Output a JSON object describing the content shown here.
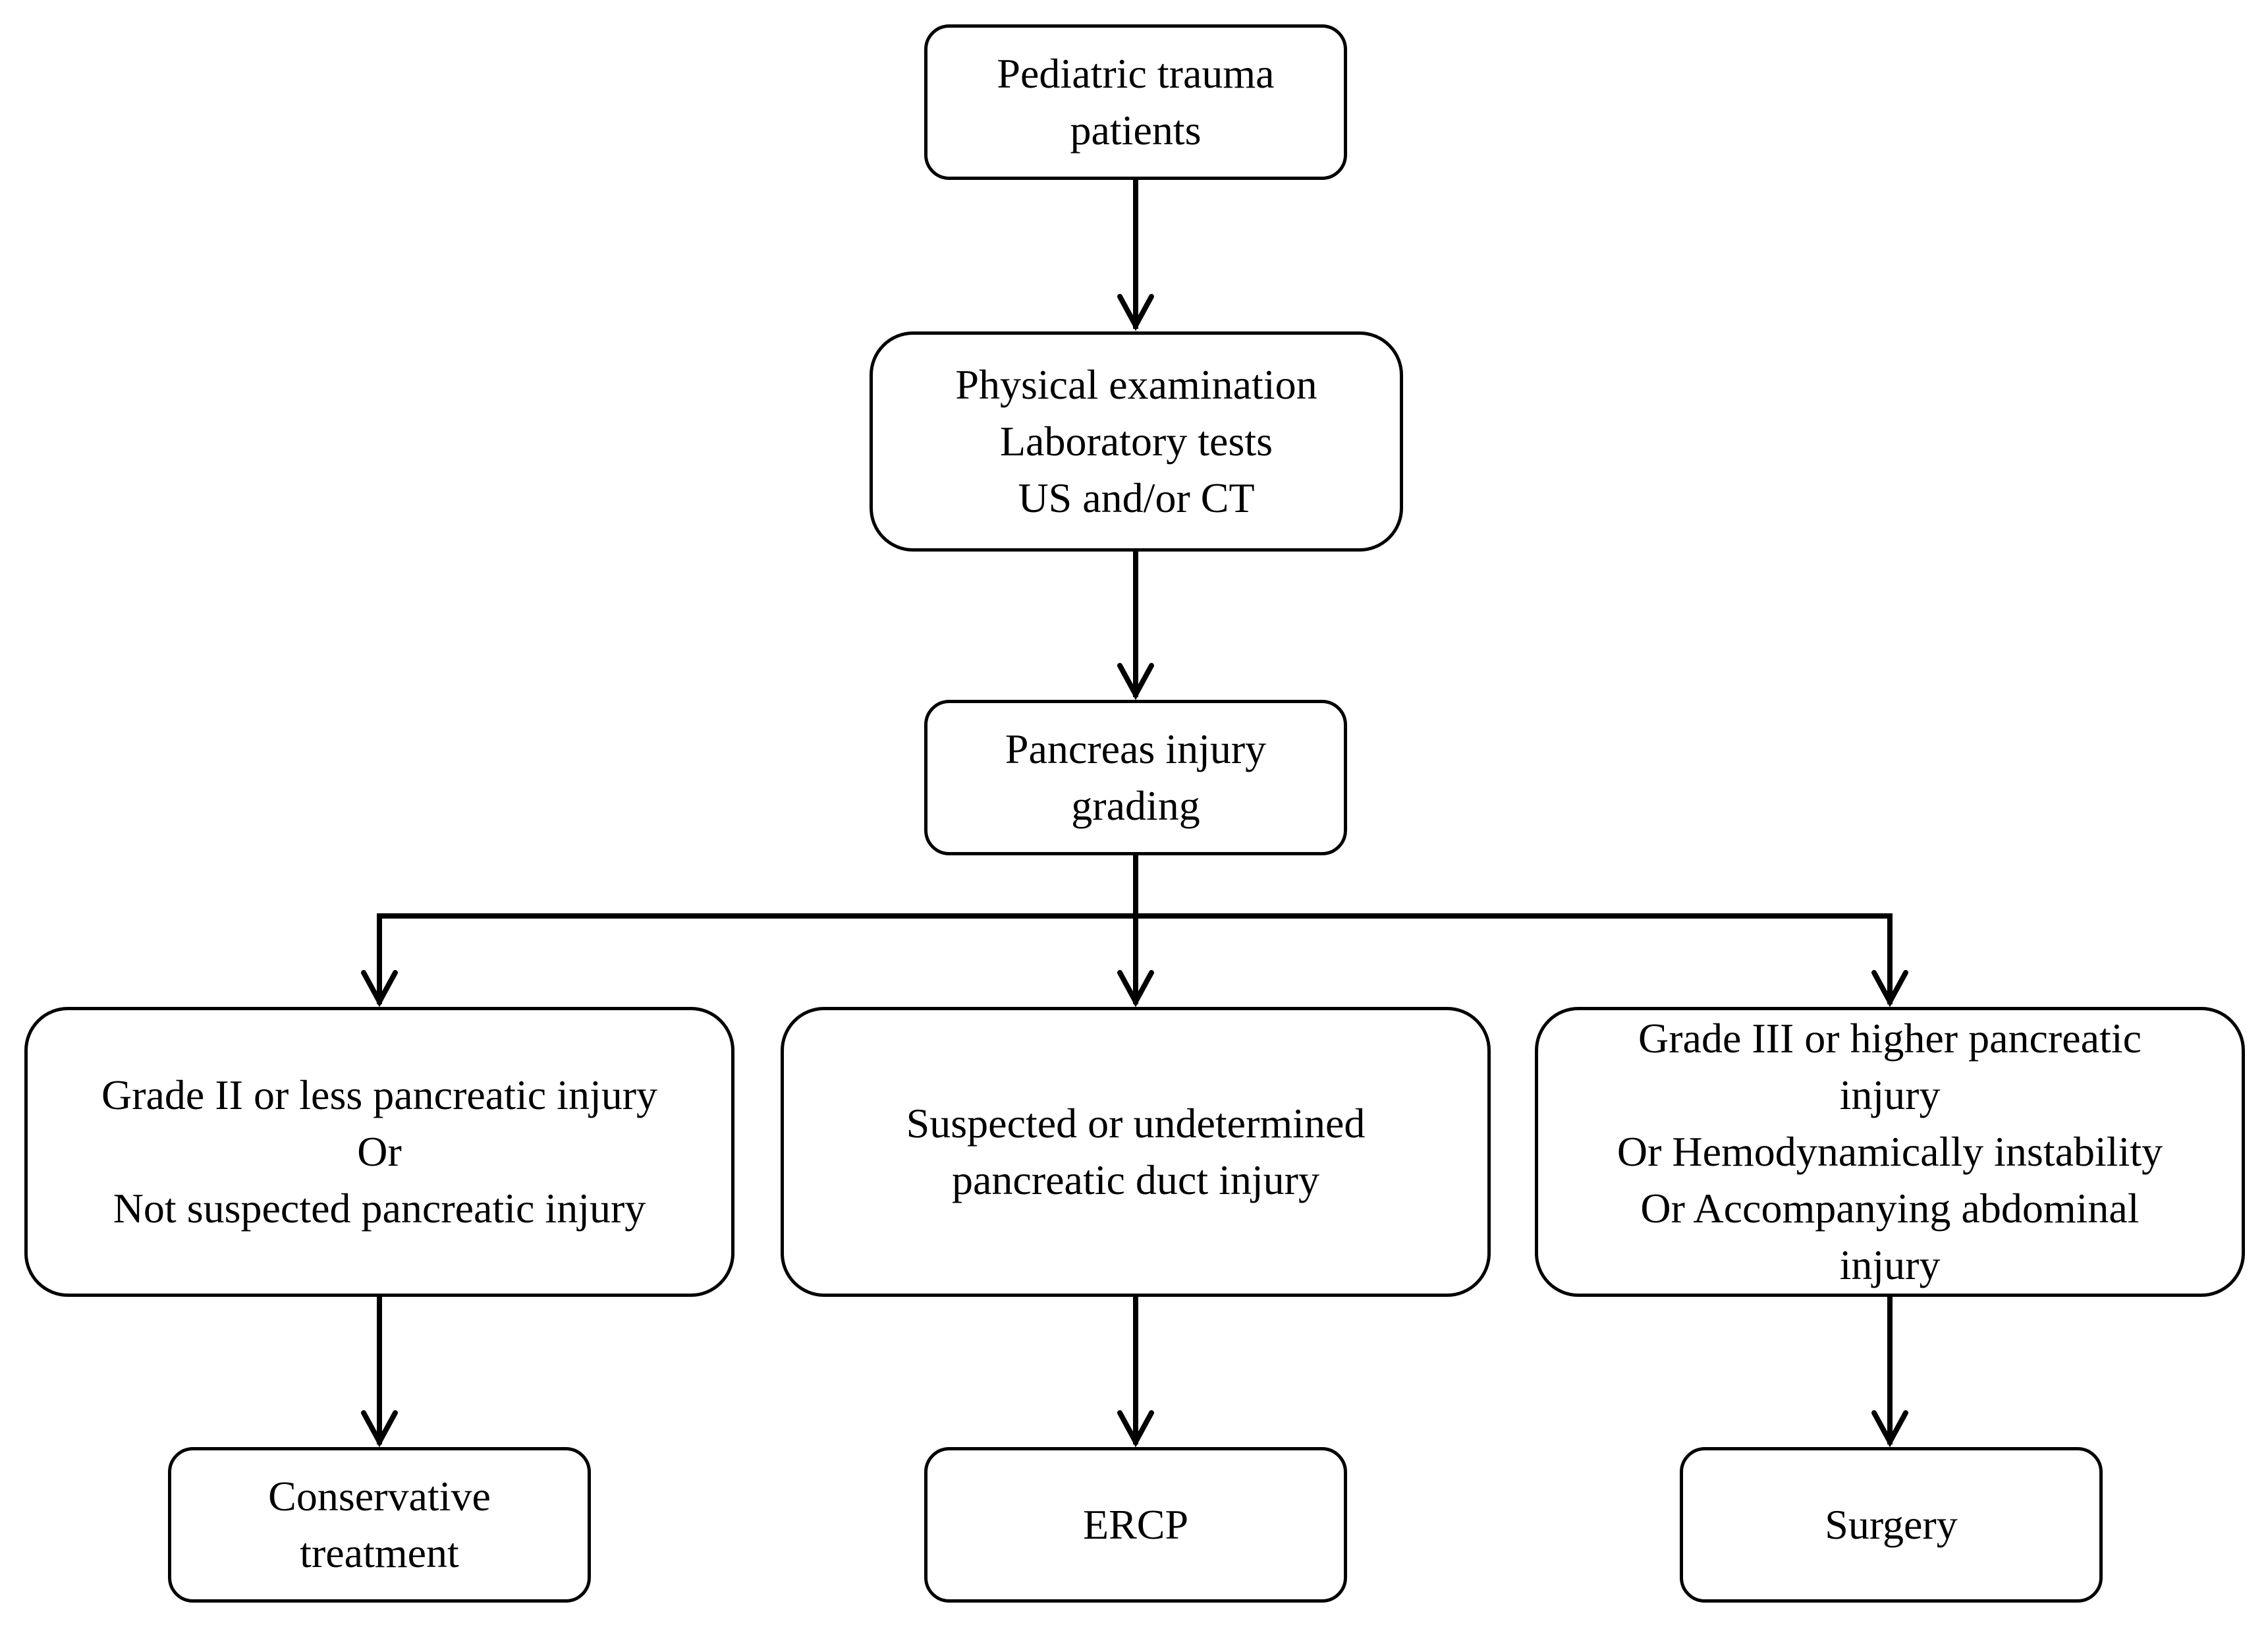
{
  "flowchart": {
    "start": {
      "lines": [
        "Pediatric trauma",
        "patients"
      ]
    },
    "workup": {
      "lines": [
        "Physical examination",
        "Laboratory tests",
        "US and/or CT"
      ]
    },
    "grading": {
      "lines": [
        "Pancreas injury",
        "grading"
      ]
    },
    "branch_low": {
      "lines": [
        "Grade II or less pancreatic injury",
        "Or",
        "Not suspected pancreatic injury"
      ]
    },
    "branch_duct": {
      "lines": [
        "Suspected or undetermined",
        "pancreatic duct injury"
      ]
    },
    "branch_high": {
      "lines": [
        "Grade III or higher pancreatic",
        "injury",
        "Or Hemodynamically instability",
        "Or Accompanying abdominal",
        "injury"
      ]
    },
    "outcome_conservative": {
      "lines": [
        "Conservative",
        "treatment"
      ]
    },
    "outcome_ercp": {
      "lines": [
        "ERCP"
      ]
    },
    "outcome_surgery": {
      "lines": [
        "Surgery"
      ]
    }
  },
  "style": {
    "stroke_color": "#000000",
    "background_color": "#ffffff"
  }
}
